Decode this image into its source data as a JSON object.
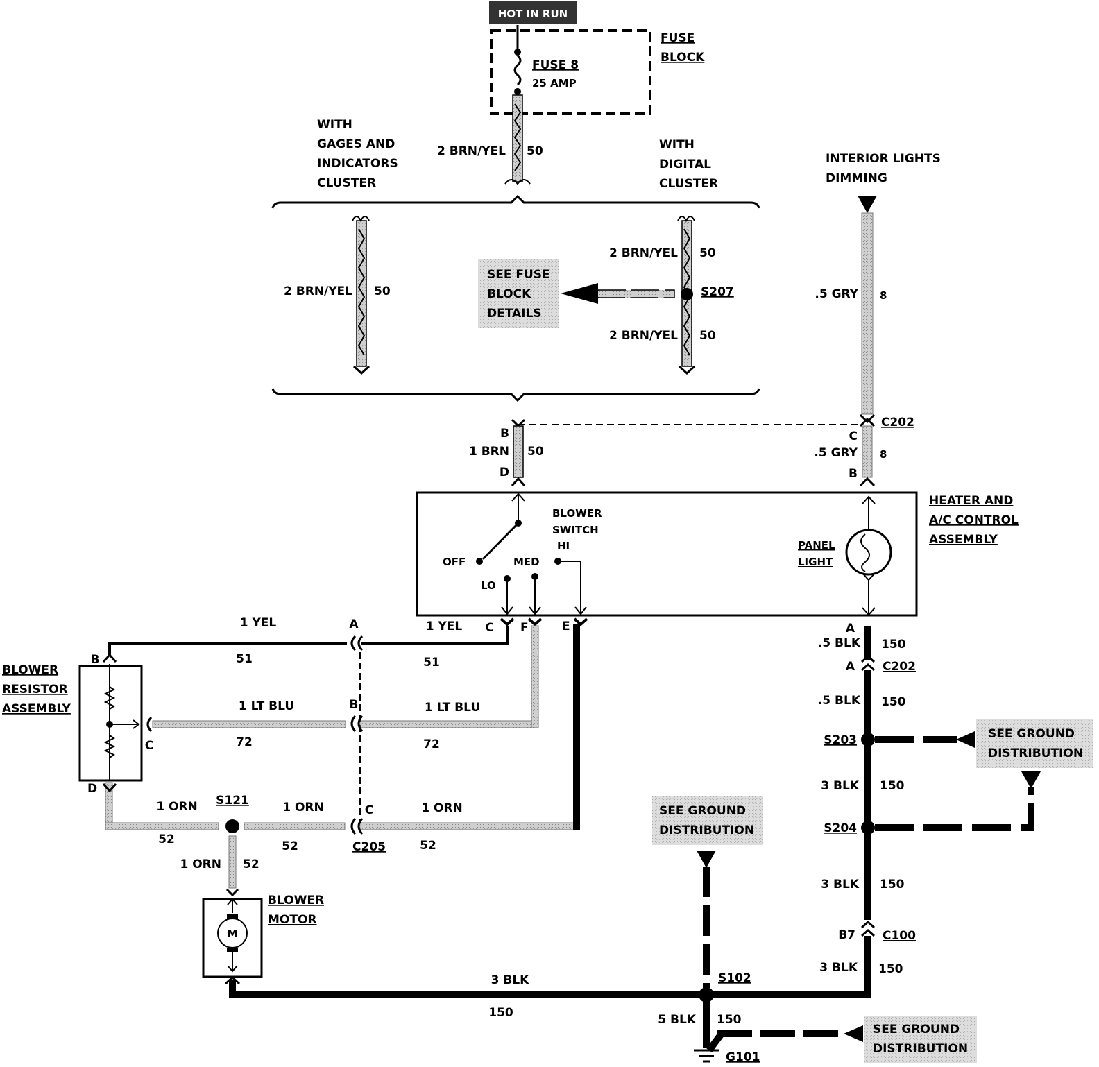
{
  "power": {
    "source": "HOT IN RUN"
  },
  "fuse_block": {
    "title_1": "FUSE",
    "title_2": "BLOCK",
    "fuse_name": "FUSE 8",
    "fuse_rating": "25 AMP"
  },
  "feed_wire": {
    "label": "2 BRN/YEL",
    "circuit": "50"
  },
  "variants": {
    "left_1": "WITH",
    "left_2": "GAGES AND",
    "left_3": "INDICATORS",
    "left_4": "CLUSTER",
    "right_1": "WITH",
    "right_2": "DIGITAL",
    "right_3": "CLUSTER"
  },
  "gages_wire": {
    "label": "2 BRN/YEL",
    "circuit": "50"
  },
  "digital": {
    "top_label": "2 BRN/YEL",
    "top_circuit": "50",
    "bottom_label": "2 BRN/YEL",
    "bottom_circuit": "50",
    "splice": "S207",
    "see_1": "SEE FUSE",
    "see_2": "BLOCK",
    "see_3": "DETAILS"
  },
  "dimming": {
    "title_1": "INTERIOR LIGHTS",
    "title_2": "DIMMING",
    "wire_label": ".5 GRY",
    "circuit": "8"
  },
  "c202_upper": {
    "name": "C202",
    "pin_left_top": "B",
    "pin_left_bottom": "D",
    "pin_right_top": "C",
    "pin_right_bottom": "B",
    "left_wire": "1 BRN",
    "left_circuit": "50",
    "right_wire": ".5 GRY",
    "right_circuit": "8"
  },
  "control": {
    "title_1": "HEATER AND",
    "title_2": "A/C CONTROL",
    "title_3": "ASSEMBLY",
    "switch_1": "BLOWER",
    "switch_2": "SWITCH",
    "pos_off": "OFF",
    "pos_lo": "LO",
    "pos_med": "MED",
    "pos_hi": "HI",
    "lamp_1": "PANEL",
    "lamp_2": "LIGHT",
    "pin_c": "C",
    "pin_f": "F",
    "pin_e": "E",
    "pin_a": "A"
  },
  "resistor": {
    "title_1": "BLOWER",
    "title_2": "RESISTOR",
    "title_3": "ASSEMBLY",
    "pin_b": "B",
    "pin_c": "C",
    "pin_d": "D"
  },
  "c205": {
    "name": "C205",
    "pin_a": "A",
    "pin_b": "B",
    "pin_c": "C"
  },
  "yel": {
    "left_label": "1 YEL",
    "left_circuit": "51",
    "right_label": "1 YEL",
    "right_circuit": "51"
  },
  "ltblu": {
    "left_label": "1 LT BLU",
    "left_circuit": "72",
    "right_label": "1 LT BLU",
    "right_circuit": "72"
  },
  "orn": {
    "left_label": "1 ORN",
    "left_circuit": "52",
    "mid_label": "1 ORN",
    "mid_circuit": "52",
    "right_label": "1 ORN",
    "right_circuit": "52",
    "down_label": "1 ORN",
    "down_circuit": "52",
    "splice": "S121"
  },
  "motor": {
    "title_1": "BLOWER",
    "title_2": "MOTOR",
    "symbol": "M"
  },
  "ground": {
    "a_pin": "A",
    "w1": ".5 BLK",
    "c1": "150",
    "c202_pin": "A",
    "c202_name": "C202",
    "w2": ".5 BLK",
    "c2": "150",
    "s203": "S203",
    "w3": "3 BLK",
    "c3": "150",
    "s204": "S204",
    "w4": "3 BLK",
    "c4": "150",
    "c100_pin": "B7",
    "c100_name": "C100",
    "w5": "3 BLK",
    "c5": "150",
    "bottom_label": "3 BLK",
    "bottom_circuit": "150",
    "s102": "S102",
    "w6": "5 BLK",
    "c6": "150",
    "g101": "G101",
    "see_ground_1": "SEE GROUND",
    "see_ground_2": "DISTRIBUTION"
  }
}
